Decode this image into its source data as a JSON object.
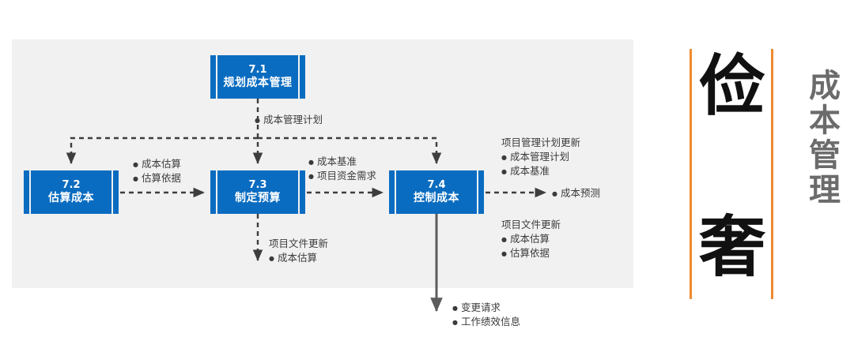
{
  "diagram": {
    "title_panel": {
      "big_chars": [
        "俭",
        "奢"
      ],
      "vertical_title": "成本管理",
      "accent_color": "#f08a2e",
      "big_char_color": "#111111",
      "vertical_title_color": "#6b6b6b"
    },
    "panel_bg": "#f1f1f1",
    "box_color": "#0a6cc0",
    "processes": [
      {
        "id": "7.1",
        "number": "7.1",
        "label": "规划成本管理"
      },
      {
        "id": "7.2",
        "number": "7.2",
        "label": "估算成本"
      },
      {
        "id": "7.3",
        "number": "7.3",
        "label": "制定预算"
      },
      {
        "id": "7.4",
        "number": "7.4",
        "label": "控制成本"
      }
    ],
    "annotations": {
      "cost_mgmt_plan": {
        "items": [
          "成本管理计划"
        ]
      },
      "estimates_out": {
        "items": [
          "成本估算",
          "估算依据"
        ]
      },
      "baseline_out": {
        "items": [
          "成本基准",
          "项目资金需求"
        ]
      },
      "pm_plan_updates": {
        "header": "项目管理计划更新",
        "items": [
          "成本管理计划",
          "成本基准"
        ]
      },
      "forecast_out": {
        "items": [
          "成本预测"
        ]
      },
      "doc_updates_73": {
        "header": "项目文件更新",
        "items": [
          "成本估算"
        ]
      },
      "doc_updates_74": {
        "header": "项目文件更新",
        "items": [
          "成本估算",
          "估算依据"
        ]
      },
      "control_outputs": {
        "items": [
          "变更请求",
          "工作绩效信息"
        ]
      }
    }
  }
}
